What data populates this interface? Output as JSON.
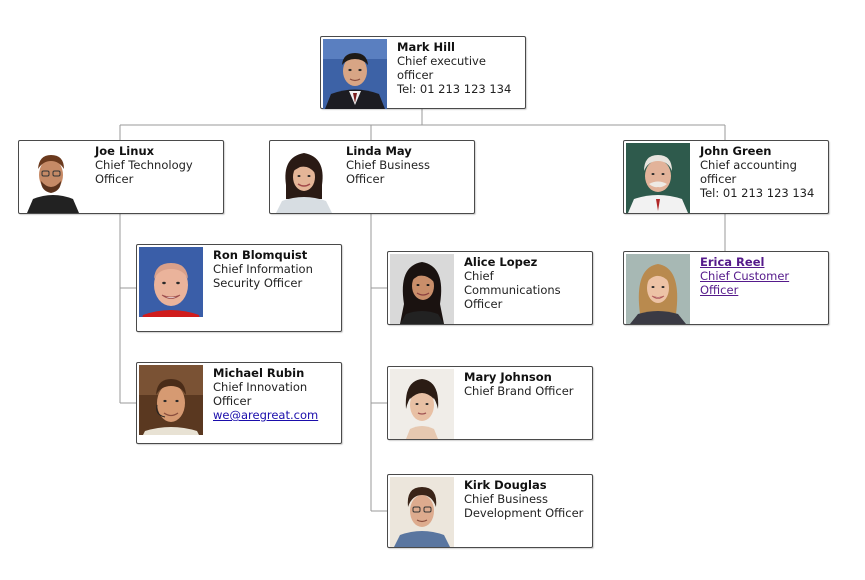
{
  "people": {
    "mark": {
      "name": "Mark Hill",
      "title": "Chief executive officer",
      "extra": "Tel: 01 213 123 134"
    },
    "joe": {
      "name": "Joe Linux",
      "title": "Chief Technology Officer"
    },
    "linda": {
      "name": "Linda May",
      "title": "Chief Business Officer"
    },
    "john": {
      "name": "John Green",
      "title": "Chief accounting officer",
      "extra": "Tel: 01 213 123 134"
    },
    "ron": {
      "name": "Ron Blomquist",
      "title": "Chief Information Security Officer"
    },
    "michael": {
      "name": "Michael Rubin",
      "title": "Chief Innovation Officer",
      "email": "we@aregreat.com"
    },
    "alice": {
      "name": "Alice Lopez",
      "title": "Chief Communications Officer"
    },
    "mary": {
      "name": "Mary Johnson",
      "title": "Chief Brand Officer"
    },
    "kirk": {
      "name": "Kirk Douglas",
      "title": "Chief Business Development Officer"
    },
    "erica": {
      "name": "Erica Reel",
      "title": "Chief Customer Officer"
    }
  },
  "colors": {
    "connector": "#999999",
    "link": "#1a0dab",
    "visited_link": "#551a8b"
  }
}
